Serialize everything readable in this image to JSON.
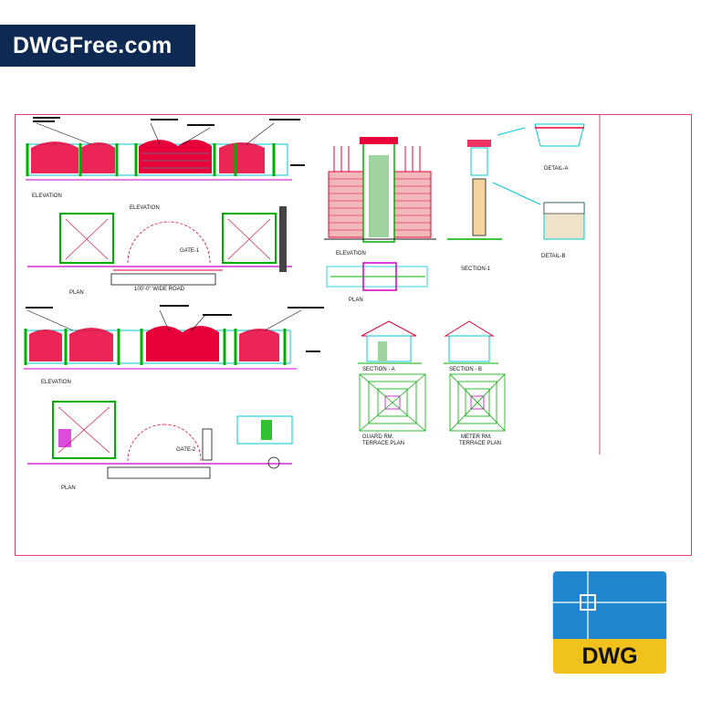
{
  "brand": {
    "title": "DWGFree.com"
  },
  "badge": {
    "label": "DWG"
  },
  "drawing": {
    "labels": {
      "elevation_1a": "ELEVATION",
      "elevation_1b": "ELEVATION",
      "gate_1": "GATE-1",
      "plan_1": "PLAN",
      "road_1": "100'-0\" WIDE ROAD",
      "elevation_2": "ELEVATION",
      "plan_2": "PLAN",
      "gate_2": "GATE-2",
      "elevation_pillar": "ELEVATION",
      "plan_pillar": "PLAN",
      "section_1": "SECTION-1",
      "detail_a": "DETAIL-A",
      "detail_b": "DETAIL-B",
      "section_a": "SECTION - A",
      "section_b": "SECTION - B",
      "guard_rm": "GUARD RM.",
      "guard_terrace": "TERRACE PLAN",
      "meter_rm": "METER RM.",
      "meter_terrace": "TERRACE PLAN"
    }
  },
  "colors": {
    "brand_bg": "#0f2a52",
    "sheet_border": "#e0407a",
    "cad_red": "#e8003a",
    "cad_cyan": "#00c8d8",
    "cad_green": "#00b000",
    "cad_magenta": "#cc00cc",
    "dwg_blue": "#1f86cf",
    "dwg_yellow": "#f1c21b"
  }
}
